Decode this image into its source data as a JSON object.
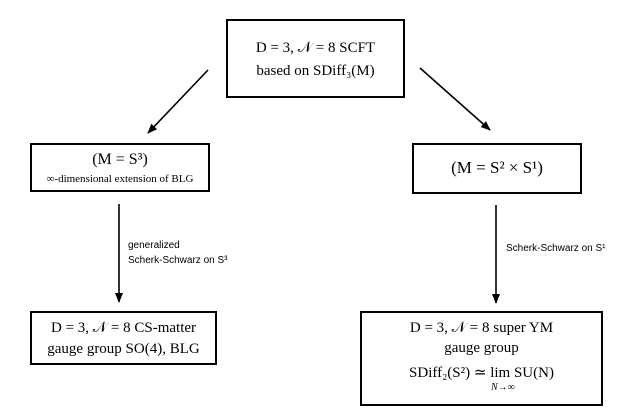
{
  "nodes": {
    "top": {
      "line1": "D = 3, 𝒩 = 8  SCFT",
      "line2": "based on SDiff₃(M)"
    },
    "left_mid": {
      "line1": "(M = S³)",
      "line2": "∞-dimensional extension of BLG"
    },
    "right_mid": {
      "line1": "(M = S² × S¹)"
    },
    "left_bottom": {
      "line1": "D = 3, 𝒩 = 8       CS-matter",
      "line2": "gauge group SO(4),  BLG"
    },
    "right_bottom": {
      "line1": "D = 3, 𝒩 = 8  super YM",
      "line2": "gauge group",
      "line3": "SDiff₂(S²) ≃ lim SU(N)",
      "line3_sub": "N→∞"
    }
  },
  "edges": {
    "left_label_line1": "generalized",
    "left_label_line2": "Scherk-Schwarz on S³",
    "right_label": "Scherk-Schwarz on S¹"
  }
}
